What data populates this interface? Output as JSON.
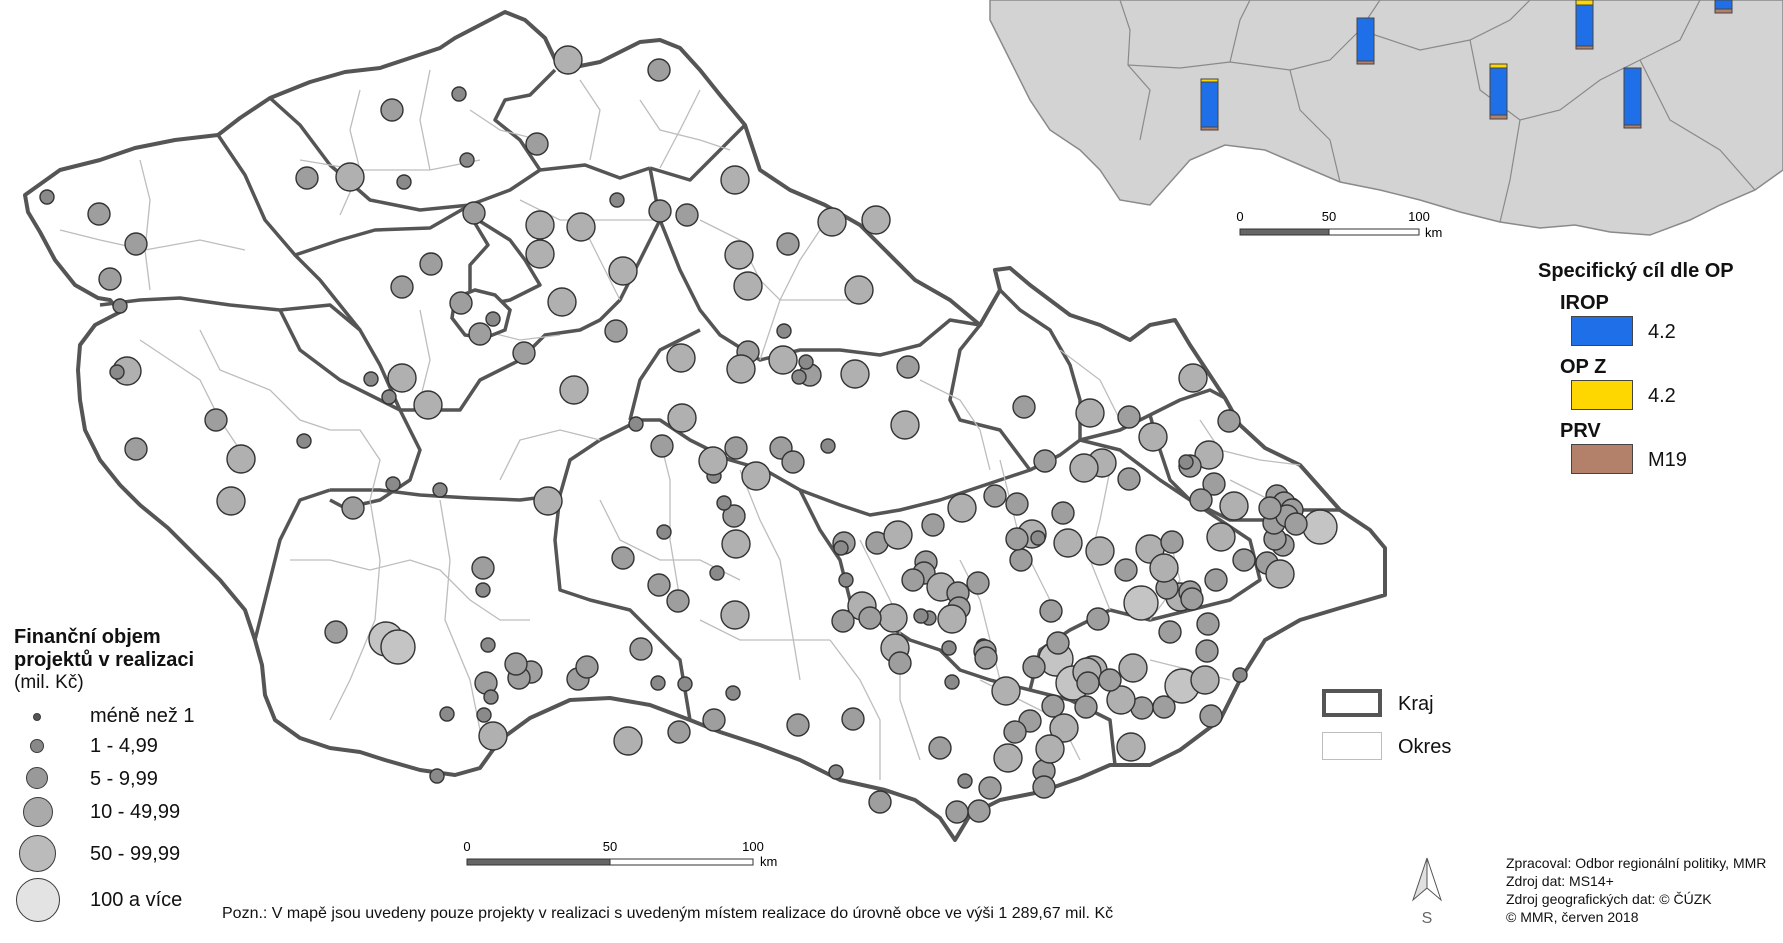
{
  "legend_size": {
    "title": "Finanční objem projektů v realizaci",
    "unit": "(mil. Kč)",
    "classes": [
      "méně než 1",
      "1 - 4,99",
      "5 - 9,99",
      "10 - 49,99",
      "50 - 99,99",
      "100 a více"
    ]
  },
  "legend_op": {
    "title": "Specifický cíl dle OP",
    "groups": [
      {
        "name": "IROP",
        "item": "4.2",
        "color": "#1e6fe8"
      },
      {
        "name": "OP Z",
        "item": "4.2",
        "color": "#ffd700"
      },
      {
        "name": "PRV",
        "item": "M19",
        "color": "#b3806a"
      }
    ]
  },
  "legend_boundaries": {
    "kraj": "Kraj",
    "okres": "Okres"
  },
  "scale_main": {
    "ticks": [
      "0",
      "50",
      "100"
    ],
    "unit": "km"
  },
  "scale_inset": {
    "ticks": [
      "0",
      "50",
      "100"
    ],
    "unit": "km"
  },
  "north_label": "S",
  "note": "Pozn.: V mapě jsou uvedeny pouze projekty v realizaci s uvedeným místem realizace do úrovně obce ve výši 1 289,67 mil. Kč",
  "credits": [
    "Zpracoval: Odbor regionální politiky, MMR",
    "Zdroj dat: MS14+",
    "Zdroj geografických dat: © ČÚZK",
    "© MMR, červen 2018"
  ],
  "colors": {
    "inset_fill": "#d3d3d3",
    "kraj_border": "#555555",
    "okres_border": "#bdbdbd",
    "circle_fill": "#c8c8c8"
  }
}
